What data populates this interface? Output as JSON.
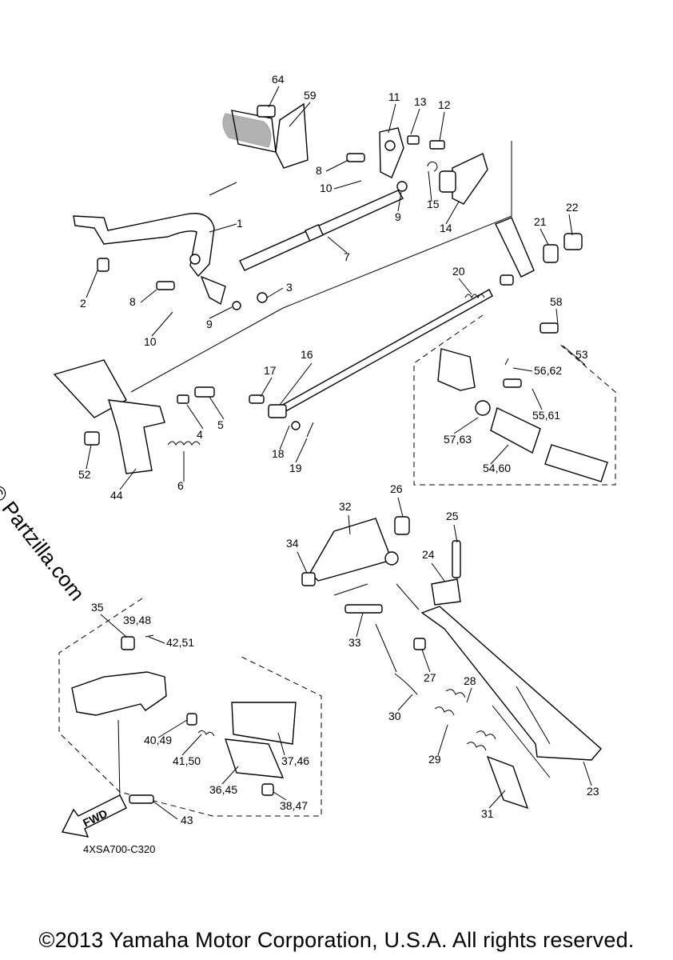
{
  "watermark": "© Partzilla.com",
  "diagram_code": "4XSA700-C320",
  "copyright": "©2013 Yamaha Motor Corporation, U.S.A. All rights reserved.",
  "fwd_label": "FWD",
  "callouts": [
    "64",
    "59",
    "11",
    "13",
    "12",
    "8",
    "10",
    "9",
    "15",
    "14",
    "1",
    "7",
    "22",
    "21",
    "2",
    "3",
    "8",
    "9",
    "10",
    "20",
    "58",
    "53",
    "56,62",
    "17",
    "16",
    "55,61",
    "5",
    "4",
    "57,63",
    "54,60",
    "18",
    "19",
    "52",
    "6",
    "44",
    "26",
    "32",
    "25",
    "34",
    "24",
    "33",
    "27",
    "28",
    "30",
    "29",
    "23",
    "31",
    "35",
    "39,48",
    "42,51",
    "40,49",
    "41,50",
    "37,46",
    "36,45",
    "38,47",
    "43"
  ]
}
